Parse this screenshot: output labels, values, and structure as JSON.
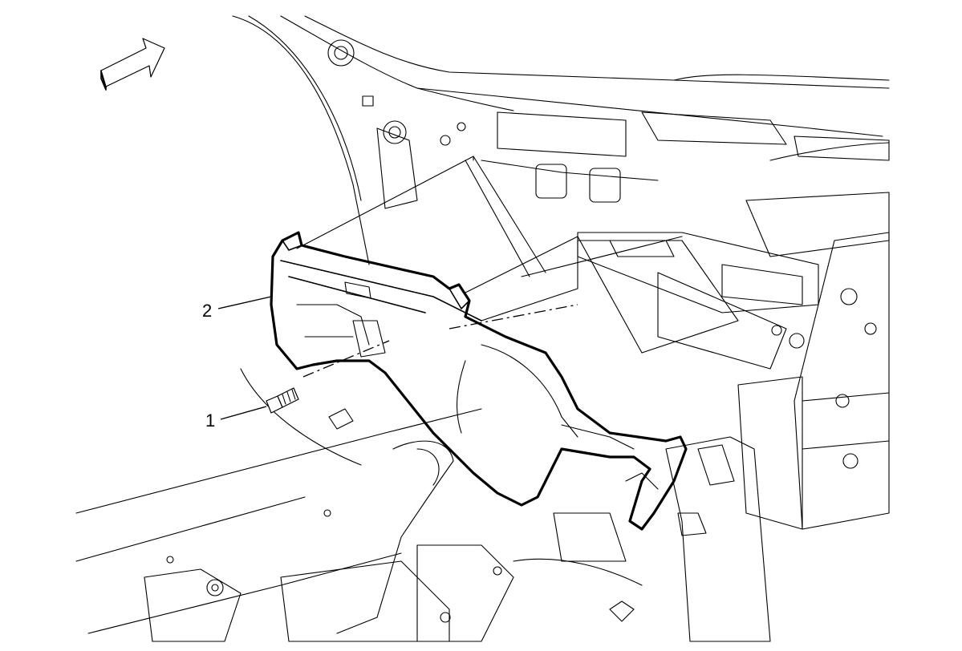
{
  "callouts": [
    {
      "id": "1",
      "label": "1"
    },
    {
      "id": "2",
      "label": "2"
    }
  ],
  "colors": {
    "line": "#000000",
    "background": "#ffffff"
  },
  "icons": [
    "forward-arrow-icon"
  ]
}
